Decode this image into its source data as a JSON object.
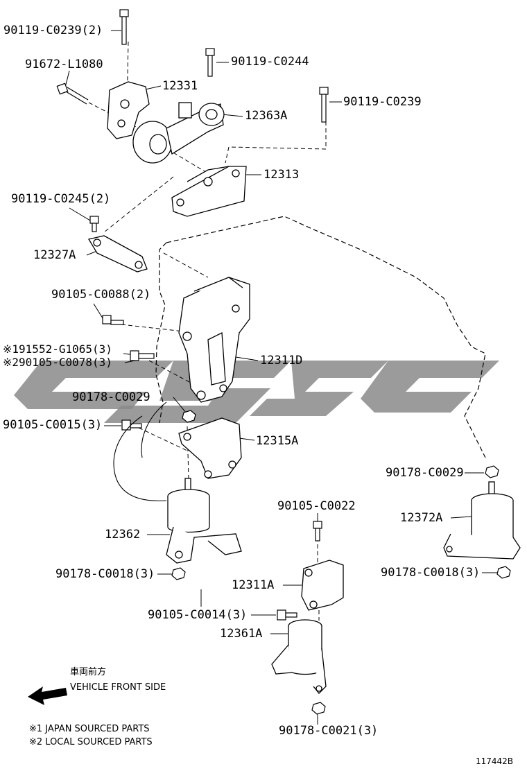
{
  "labels": {
    "p90119_C0239_2": "90119-C0239(2)",
    "p91672_L1080": "91672-L1080",
    "p12331": "12331",
    "p90119_C0244": "90119-C0244",
    "p12363A": "12363A",
    "p90119_C0239": "90119-C0239",
    "p12313": "12313",
    "p90119_C0245_2": "90119-C0245(2)",
    "p12327A": "12327A",
    "p90105_C0088_2": "90105-C0088(2)",
    "p91552_G1065_3": "※191552-G1065(3)",
    "p90105_C0078_3": "※290105-C0078(3)",
    "p12311D": "12311D",
    "p90178_C0029_a": "90178-C0029",
    "p90105_C0015_3": "90105-C0015(3)",
    "p12315A": "12315A",
    "p90178_C0029_b": "90178-C0029",
    "p12372A": "12372A",
    "p12362": "12362",
    "p90105_C0022": "90105-C0022",
    "p90178_C0018_3_a": "90178-C0018(3)",
    "p90178_C0018_3_b": "90178-C0018(3)",
    "p12311A": "12311A",
    "p90105_C0014_3": "90105-C0014(3)",
    "p12361A": "12361A",
    "p90178_C0021_3": "90178-C0021(3)"
  },
  "legend": {
    "front_jp": "車両前方",
    "front_en": "VEHICLE FRONT SIDE",
    "note1": "※1 JAPAN SOURCED PARTS",
    "note2": "※2 LOCAL SOURCED PARTS"
  },
  "figure_ref": "117442B",
  "colors": {
    "line": "#000000",
    "watermark": "#8a8a8a"
  },
  "icons": {
    "arrow": "left-arrow-icon"
  }
}
